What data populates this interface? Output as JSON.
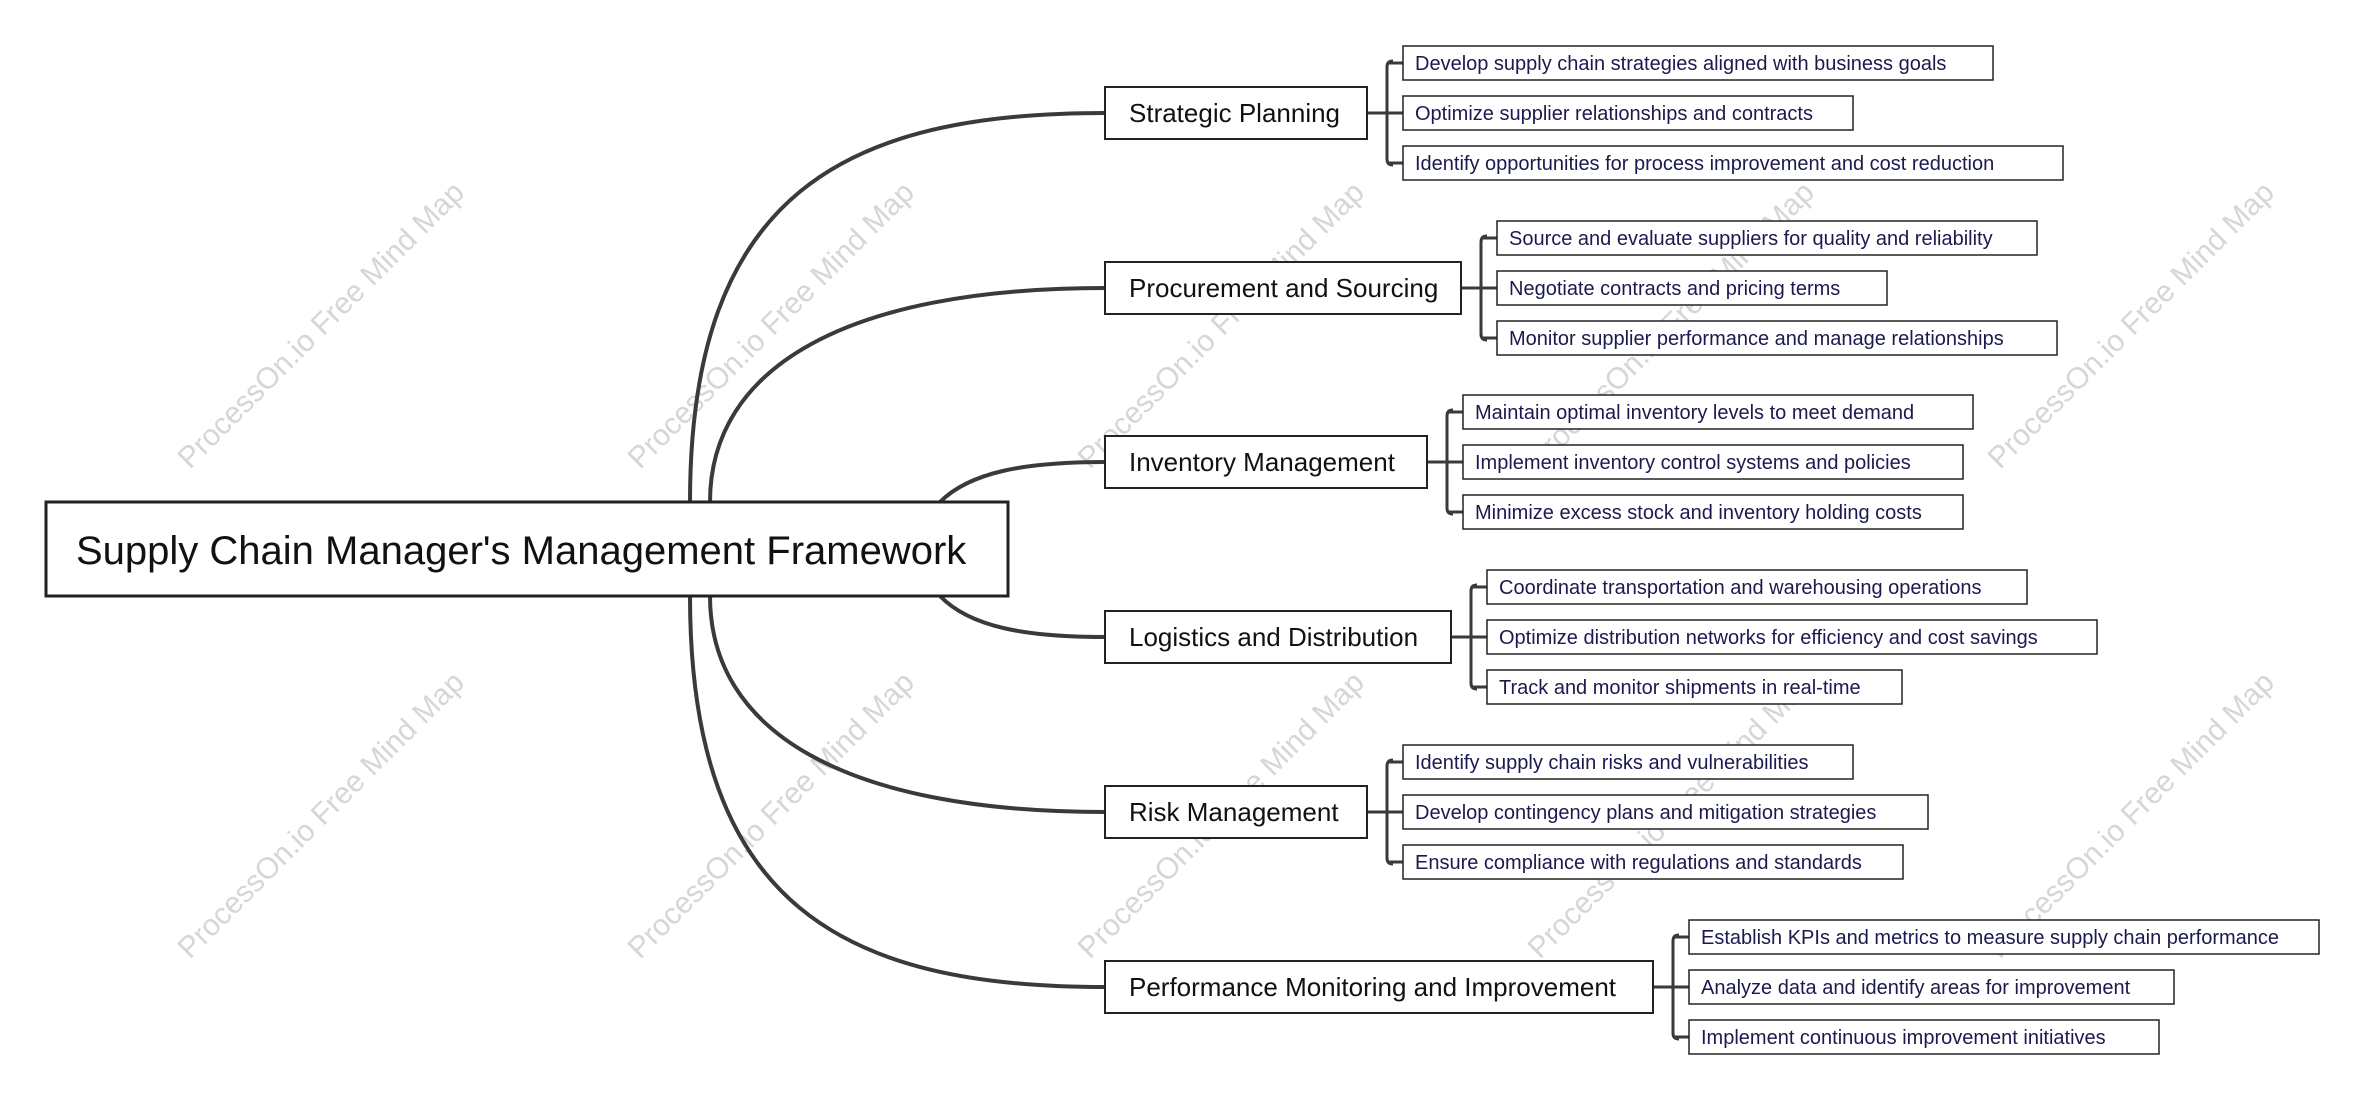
{
  "root": {
    "label": "Supply Chain Manager's Management Framework"
  },
  "branches": [
    {
      "label": "Strategic Planning",
      "children": [
        "Develop supply chain strategies aligned with business goals",
        "Optimize supplier relationships and contracts",
        "Identify opportunities for process improvement and cost reduction"
      ]
    },
    {
      "label": "Procurement and Sourcing",
      "children": [
        "Source and evaluate suppliers for quality and reliability",
        "Negotiate contracts and pricing terms",
        "Monitor supplier performance and manage relationships"
      ]
    },
    {
      "label": "Inventory Management",
      "children": [
        "Maintain optimal inventory levels to meet demand",
        "Implement inventory control systems and policies",
        "Minimize excess stock and inventory holding costs"
      ]
    },
    {
      "label": "Logistics and Distribution",
      "children": [
        "Coordinate transportation and warehousing operations",
        "Optimize distribution networks for efficiency and cost savings",
        "Track and monitor shipments in real-time"
      ]
    },
    {
      "label": "Risk Management",
      "children": [
        "Identify supply chain risks and vulnerabilities",
        "Develop contingency plans and mitigation strategies",
        "Ensure compliance with regulations and standards"
      ]
    },
    {
      "label": "Performance Monitoring and Improvement",
      "children": [
        "Establish KPIs and metrics to measure supply chain performance",
        "Analyze data and identify areas for improvement",
        "Implement continuous improvement initiatives"
      ]
    }
  ],
  "watermark": "ProcessOn.io Free Mind Map",
  "colors": {
    "line": "#3a3a3a",
    "border": "#222222",
    "rootText": "#111111",
    "branchText": "#111111",
    "leafText": "#1a1a4e",
    "watermark": "#d6d6d6"
  }
}
